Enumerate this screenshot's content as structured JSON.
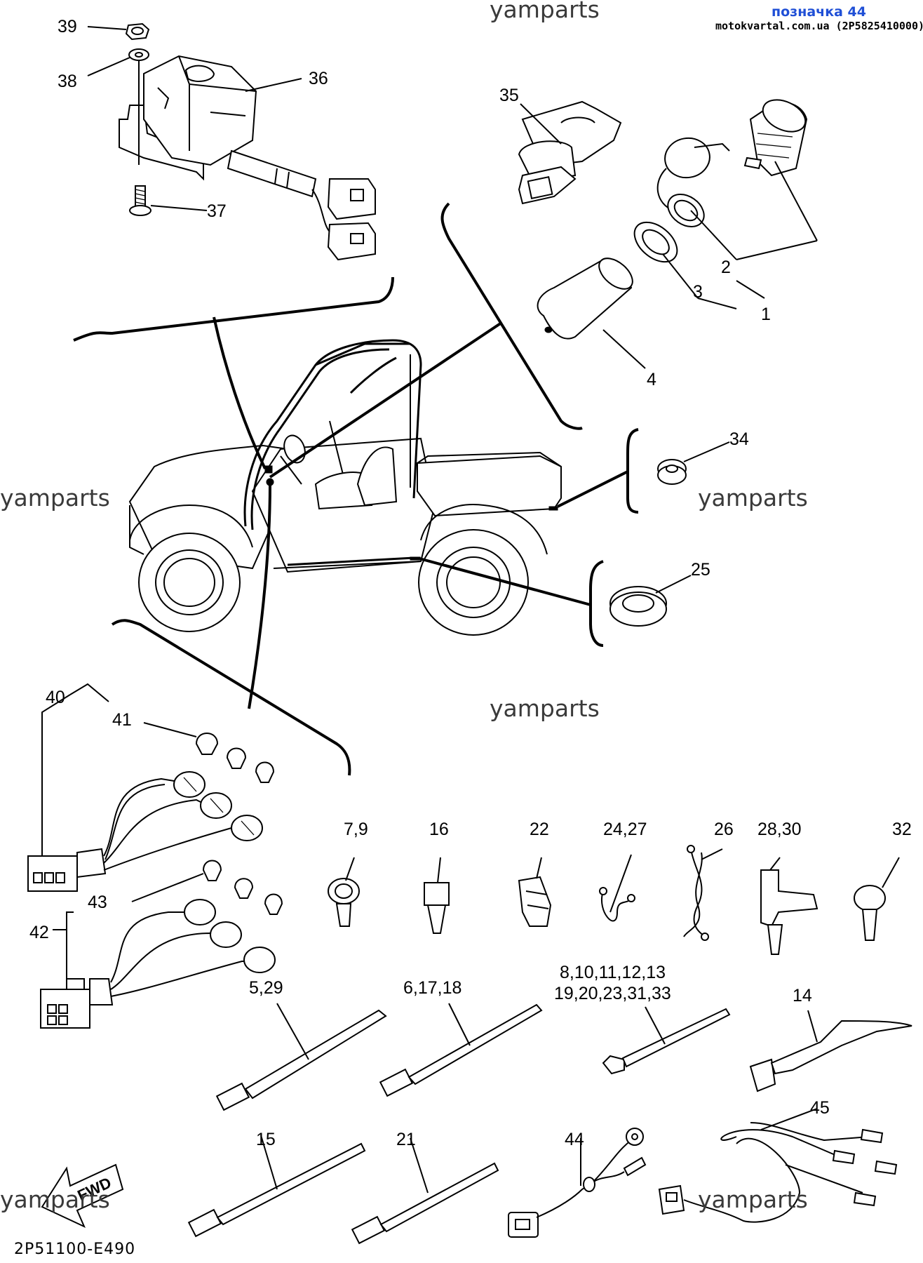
{
  "header": {
    "tag": "позначка 44",
    "site": "motokvartal.com.ua (2P5825410000)"
  },
  "watermark": "yamparts",
  "diagram_code": "2P51100-E490",
  "fwd_label": "FWD",
  "callouts": {
    "c39": "39",
    "c38": "38",
    "c36": "36",
    "c37": "37",
    "c35": "35",
    "c2": "2",
    "c3": "3",
    "c1": "1",
    "c4": "4",
    "c34": "34",
    "c25": "25",
    "c40": "40",
    "c41": "41",
    "c43": "43",
    "c42": "42",
    "c7_9": "7,9",
    "c16": "16",
    "c22": "22",
    "c24_27": "24,27",
    "c26": "26",
    "c28_30": "28,30",
    "c32": "32",
    "c5_29": "5,29",
    "c6_17_18": "6,17,18",
    "c8_line1": "8,10,11,12,13",
    "c8_line2": "19,20,23,31,33",
    "c14": "14",
    "c15": "15",
    "c21": "21",
    "c44": "44",
    "c45": "45"
  }
}
